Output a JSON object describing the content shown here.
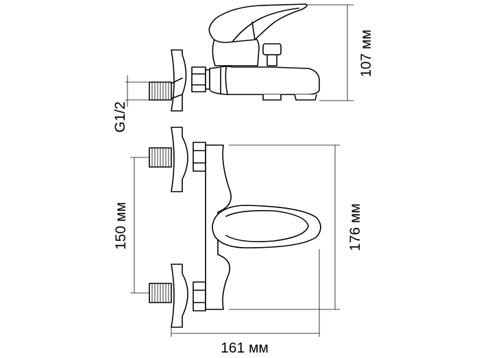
{
  "dimensions": {
    "height_label": "107 мм",
    "thread_label": "G1/2",
    "center_distance_label": "150 мм",
    "depth_label": "176 мм",
    "width_label": "161 мм"
  }
}
